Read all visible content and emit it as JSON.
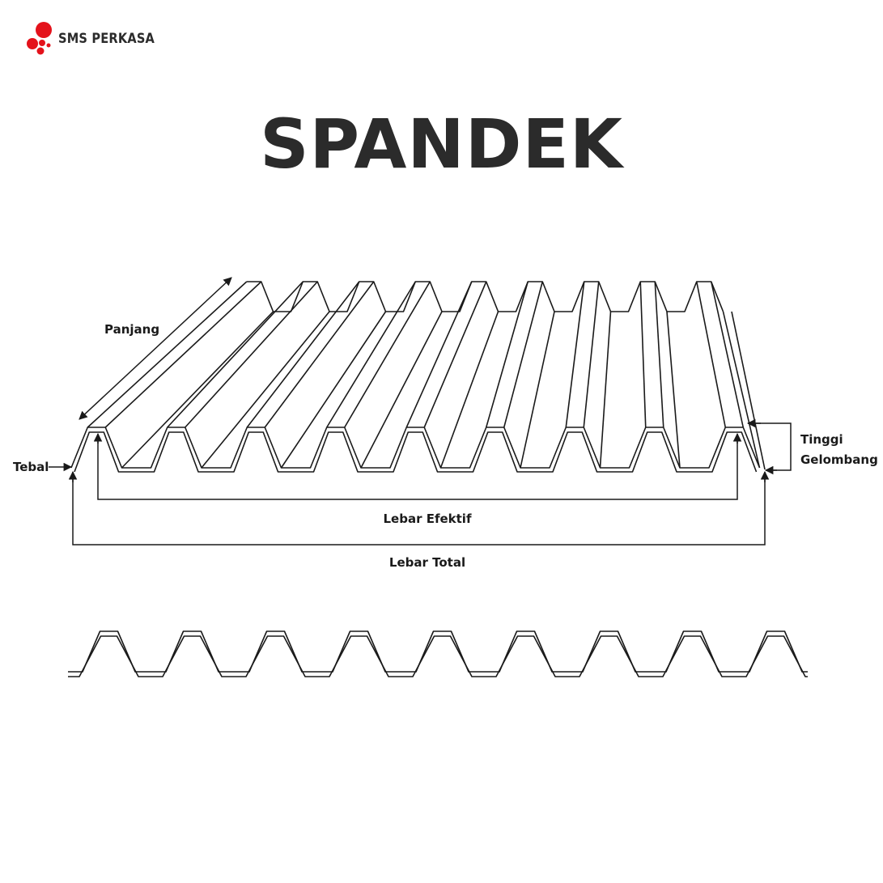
{
  "brand": {
    "name": "SMS PERKASA",
    "accent": "#e4121b"
  },
  "title": "SPANDEK",
  "labels": {
    "length": "Panjang",
    "thickness": "Tebal",
    "wave_height_line1": "Tinggi",
    "wave_height_line2": "Gelombang",
    "effective_width": "Lebar Efektif",
    "total_width": "Lebar Total"
  },
  "colors": {
    "ink": "#1a1a1a",
    "background": "#ffffff"
  },
  "icons": [
    "logo-dots-icon",
    "arrow-icon"
  ]
}
